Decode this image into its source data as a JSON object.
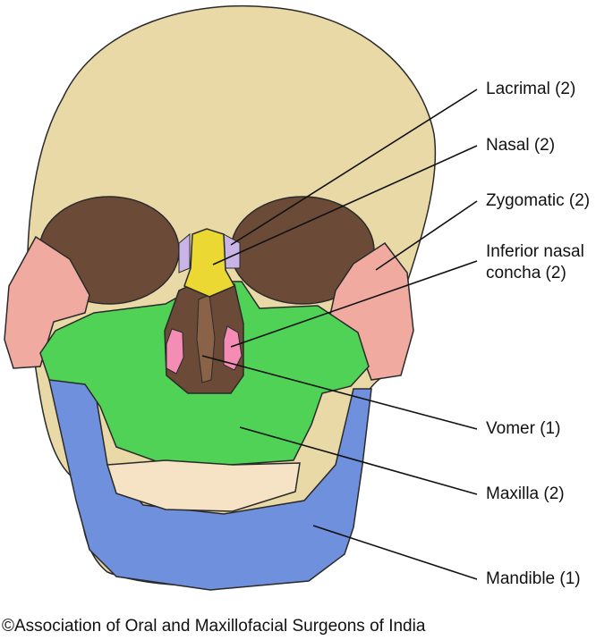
{
  "labels": {
    "lacrimal": "Lacrimal (2)",
    "nasal": "Nasal (2)",
    "zygomatic": "Zygomatic (2)",
    "inferior_nasal_concha": "Inferior nasal concha (2)",
    "vomer": "Vomer (1)",
    "maxilla": "Maxilla (2)",
    "mandible": "Mandible (1)"
  },
  "credit": "©Association of Oral and Maxillofacial Surgeons of India",
  "colors": {
    "cranium": "#e8d9a6",
    "zygomatic": "#f0aaa0",
    "lacrimal": "#c8b4e6",
    "nasal": "#ecd832",
    "maxilla": "#4fd256",
    "concha": "#f58cb4",
    "mandible": "#6f90dc",
    "teeth": "#f6e2c4",
    "cavity": "#6b4a38"
  }
}
